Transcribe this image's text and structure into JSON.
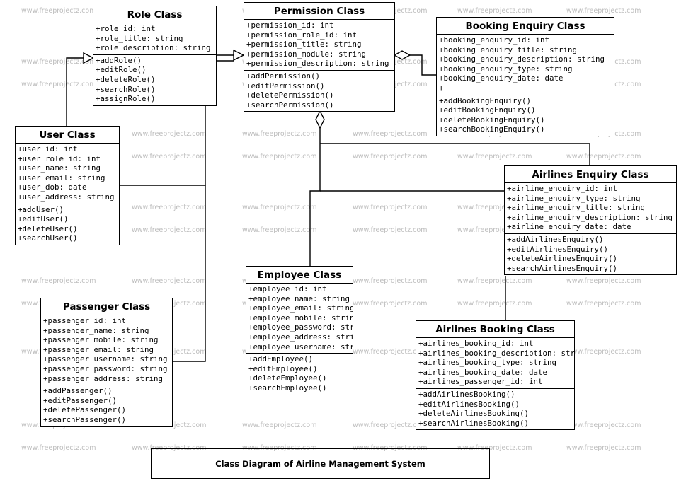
{
  "watermark": "www.freeprojectz.com",
  "caption": "Class Diagram of Airline Management System",
  "classes": [
    {
      "id": "role",
      "title": "Role Class",
      "attributes": [
        "+role_id: int",
        "+role_title: string",
        "+role_description: string"
      ],
      "methods": [
        "+addRole()",
        "+editRole()",
        "+deleteRole()",
        "+searchRole()",
        "+assignRole()"
      ]
    },
    {
      "id": "permission",
      "title": "Permission Class",
      "attributes": [
        "+permission_id: int",
        "+permission_role_id: int",
        "+permission_title: string",
        "+permission_module: string",
        "+permission_description: string"
      ],
      "methods": [
        "+addPermission()",
        "+editPermission()",
        "+deletePermission()",
        "+searchPermission()"
      ]
    },
    {
      "id": "booking_enquiry",
      "title": "Booking Enquiry Class",
      "attributes": [
        "+booking_enquiry_id: int",
        "+booking_enquiry_title: string",
        "+booking_enquiry_description: string",
        "+booking_enquiry_type: string",
        "+booking_enquiry_date: date",
        "+"
      ],
      "methods": [
        "+addBookingEnquiry()",
        "+editBookingEnquiry()",
        "+deleteBookingEnquiry()",
        "+searchBookingEnquiry()"
      ]
    },
    {
      "id": "user",
      "title": "User Class",
      "attributes": [
        "+user_id: int",
        "+user_role_id: int",
        "+user_name: string",
        "+user_email: string",
        "+user_dob: date",
        "+user_address: string"
      ],
      "methods": [
        "+addUser()",
        "+editUser()",
        "+deleteUser()",
        "+searchUser()"
      ]
    },
    {
      "id": "airlines_enquiry",
      "title": "Airlines Enquiry Class",
      "attributes": [
        "+airline_enquiry_id: int",
        "+airline_enquiry_type: string",
        "+airline_enquiry_title: string",
        "+airline_enquiry_description: string",
        "+airline_enquiry_date: date"
      ],
      "methods": [
        "+addAirlinesEnquiry()",
        "+editAirlinesEnquiry()",
        "+deleteAirlinesEnquiry()",
        "+searchAirlinesEnquiry()"
      ]
    },
    {
      "id": "employee",
      "title": "Employee Class",
      "attributes": [
        "+employee_id: int",
        "+employee_name: string",
        "+employee_email: string",
        "+employee_mobile: string",
        "+employee_password: string",
        "+employee_address: string",
        "+employee_username: string"
      ],
      "methods": [
        "+addEmployee()",
        "+editEmployee()",
        "+deleteEmployee()",
        "+searchEmployee()"
      ]
    },
    {
      "id": "passenger",
      "title": "Passenger Class",
      "attributes": [
        "+passenger_id: int",
        "+passenger_name: string",
        "+passenger_mobile: string",
        "+passenger_email: string",
        "+passenger_username: string",
        "+passenger_password: string",
        "+passenger_address: string"
      ],
      "methods": [
        "+addPassenger()",
        "+editPassenger()",
        "+deletePassenger()",
        "+searchPassenger()"
      ]
    },
    {
      "id": "airlines_booking",
      "title": "Airlines Booking Class",
      "attributes": [
        "+airlines_booking_id: int",
        "+airlines_booking_description: string",
        "+airlines_booking_type: string",
        "+airlines_booking_date: date",
        "+airlines_passenger_id: int"
      ],
      "methods": [
        "+addAirlinesBooking()",
        "+editAirlinesBooking()",
        "+deleteAirlinesBooking()",
        "+searchAirlinesBooking()"
      ]
    }
  ]
}
